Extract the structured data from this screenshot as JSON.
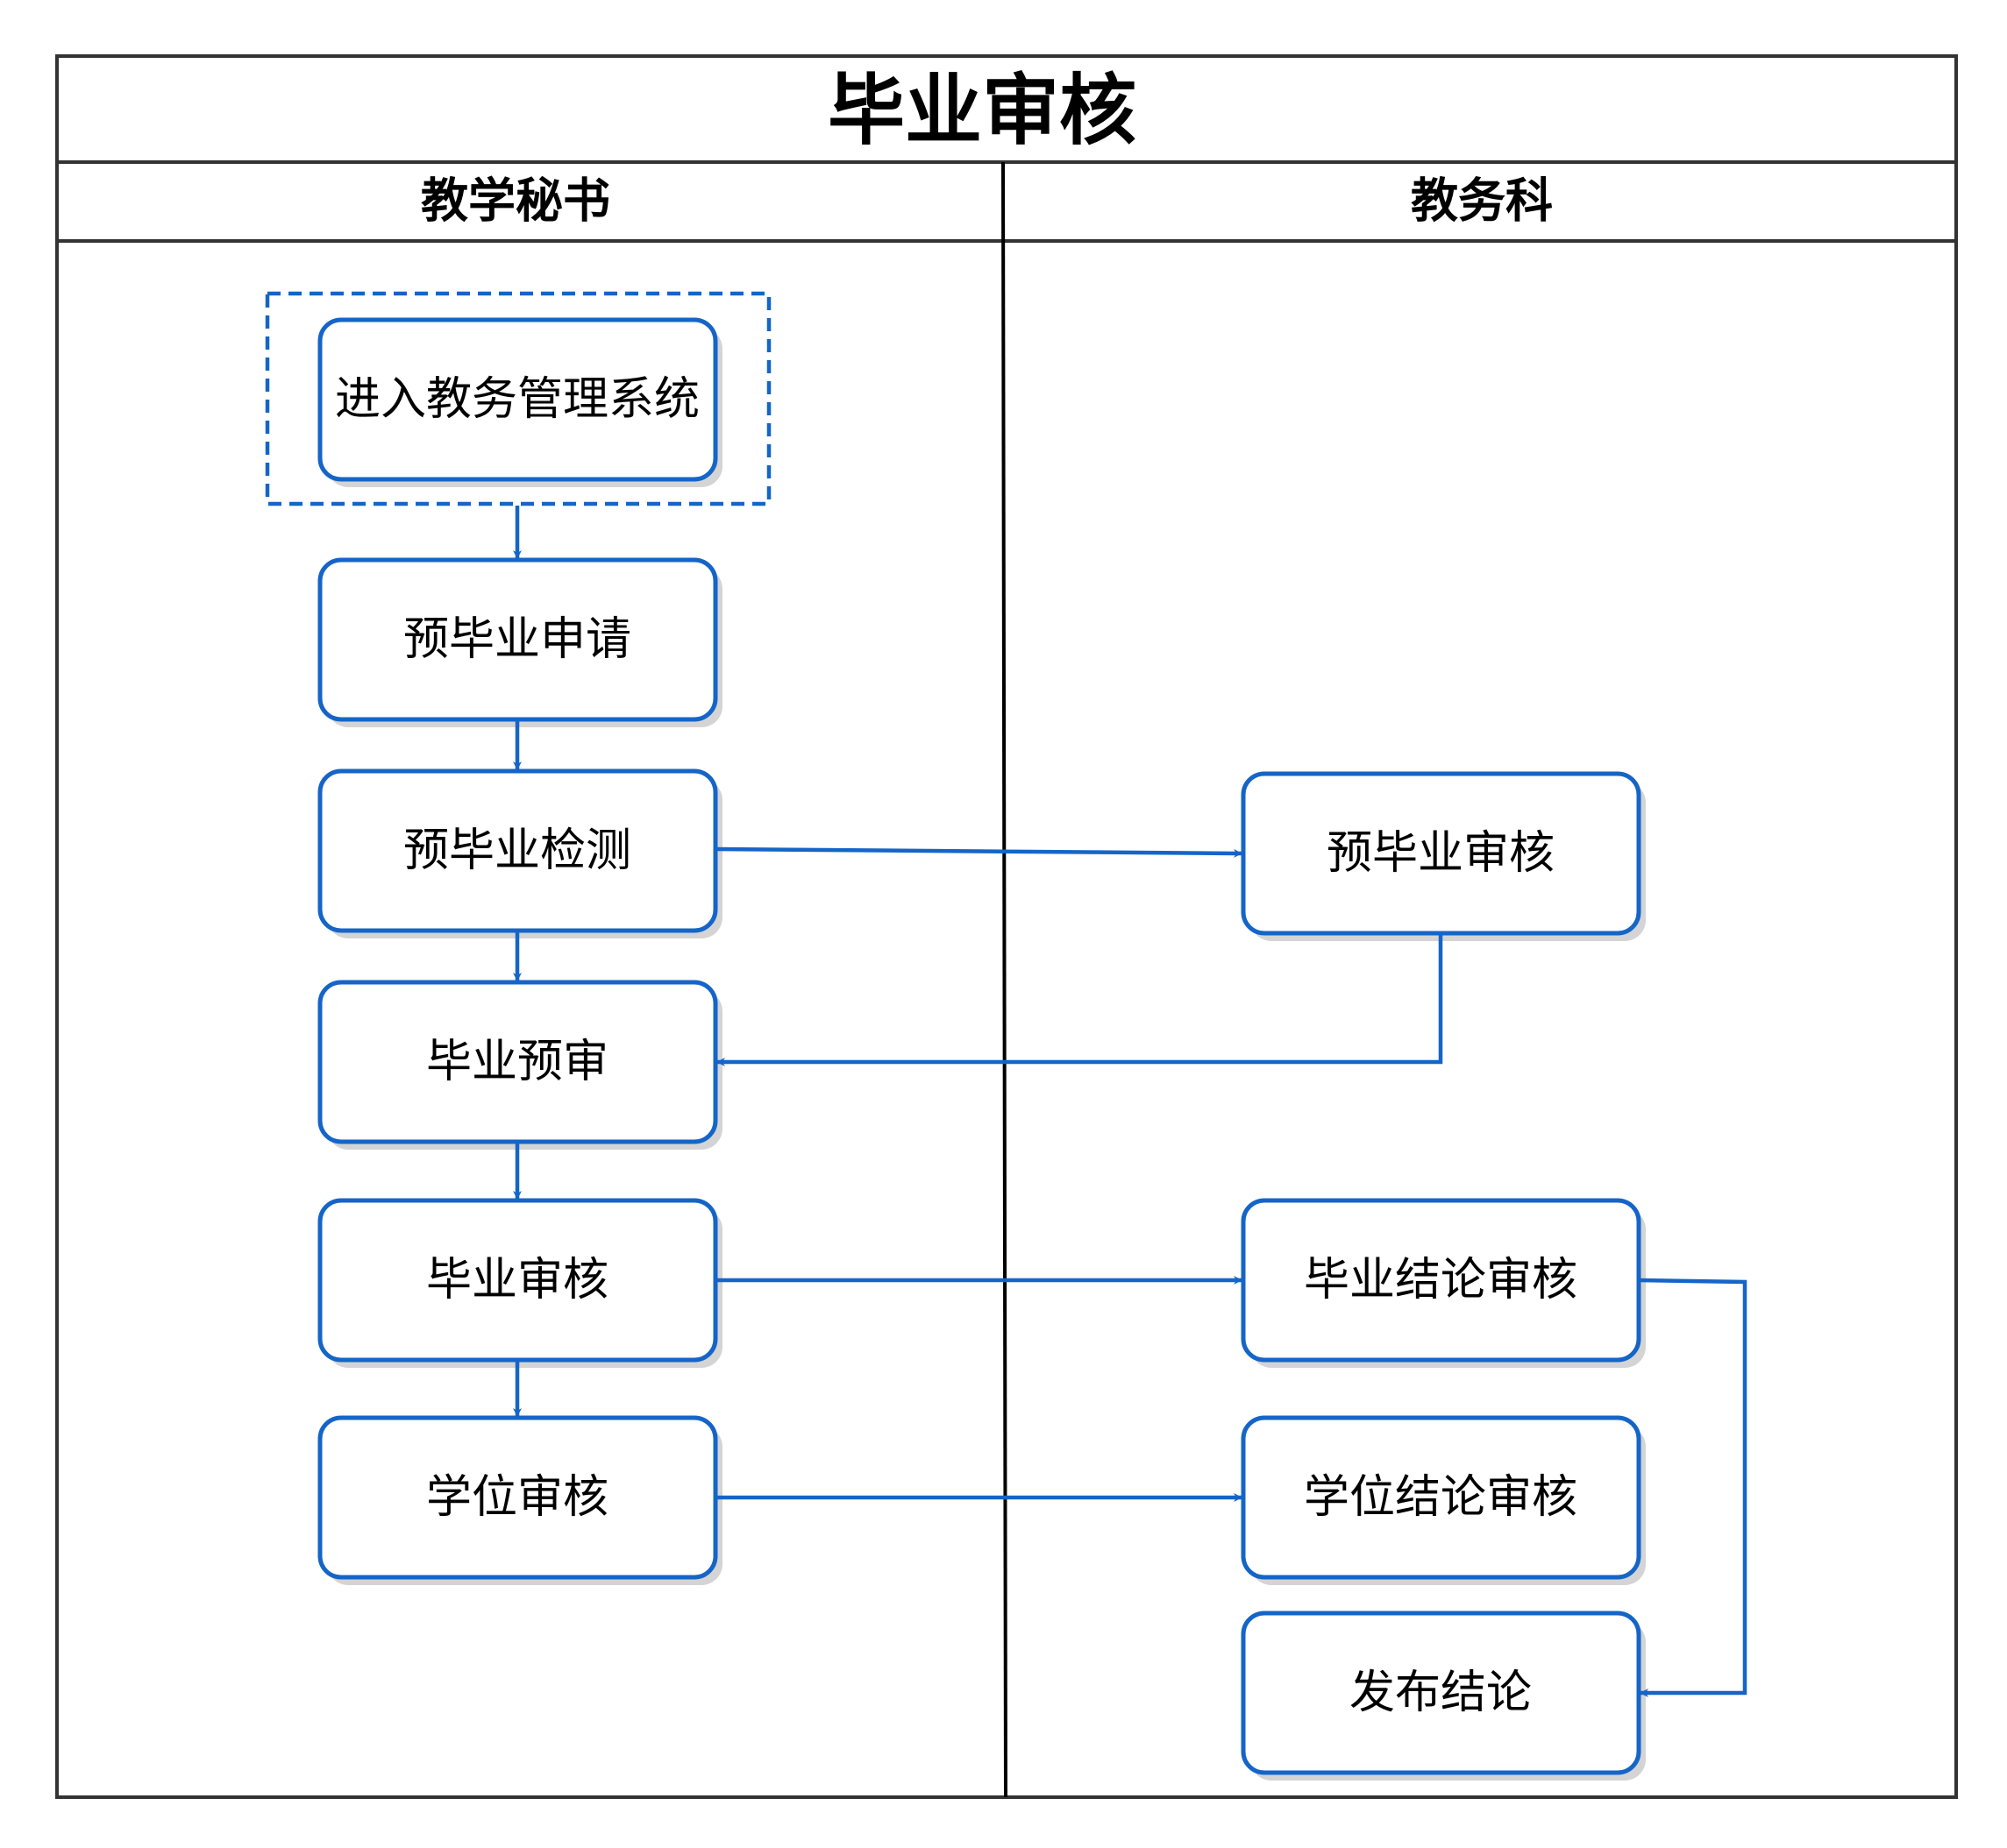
{
  "title": "毕业审核",
  "lanes": {
    "left": "教学秘书",
    "right": "教务科"
  },
  "nodes": {
    "enter_system": "进入教务管理系统",
    "pre_grad_apply": "预毕业申请",
    "pre_grad_check": "预毕业检测",
    "pre_grad_review": "预毕业审核",
    "grad_pre_review": "毕业预审",
    "grad_review": "毕业审核",
    "grad_conclusion_review": "毕业结论审核",
    "degree_review": "学位审核",
    "degree_conclusion_review": "学位结论审核",
    "publish_conclusion": "发布结论"
  },
  "colors": {
    "accent": "#1565c8",
    "frame": "#333333",
    "shadow": "#d4d4d4"
  }
}
